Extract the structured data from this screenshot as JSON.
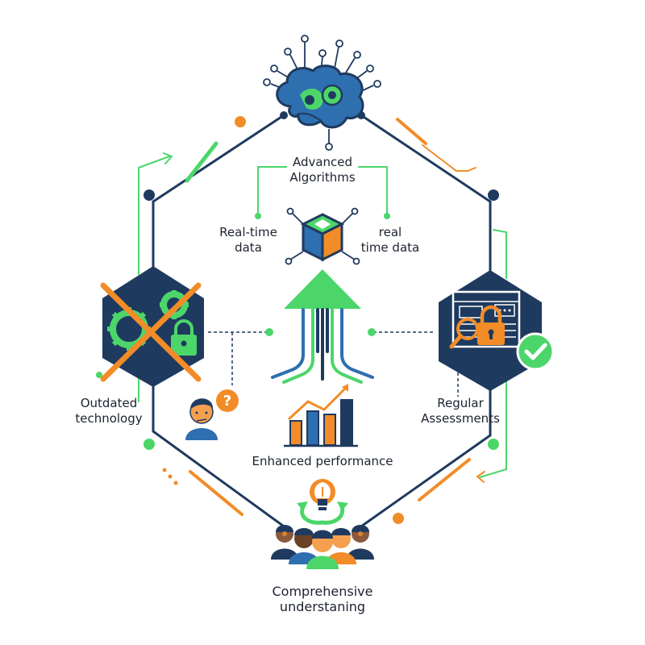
{
  "labels": {
    "advanced_algorithms": [
      "Advanced",
      "Algorithms"
    ],
    "realtime_left": [
      "Real-time",
      "data"
    ],
    "realtime_right": [
      "real",
      "time data"
    ],
    "outdated_technology": [
      "Outdated",
      "technology"
    ],
    "regular_assessments": [
      "Regular",
      "Assessments"
    ],
    "enhanced_performance": "Enhanced performance",
    "comprehensive_understanding": [
      "Comprehensive",
      "understaning"
    ]
  },
  "colors": {
    "navy": "#1f3a5f",
    "green": "#4cd66a",
    "orange": "#f28c28",
    "blue": "#2e6fb0",
    "text": "#1c2230"
  },
  "icons": [
    "brain-circuit-icon",
    "cube-icon",
    "gears-lock-icon",
    "confused-person-icon",
    "growth-arrow-icon",
    "bar-chart-icon",
    "dashboard-lock-icon",
    "checkmark-icon",
    "lightbulb-icon",
    "team-icon"
  ]
}
